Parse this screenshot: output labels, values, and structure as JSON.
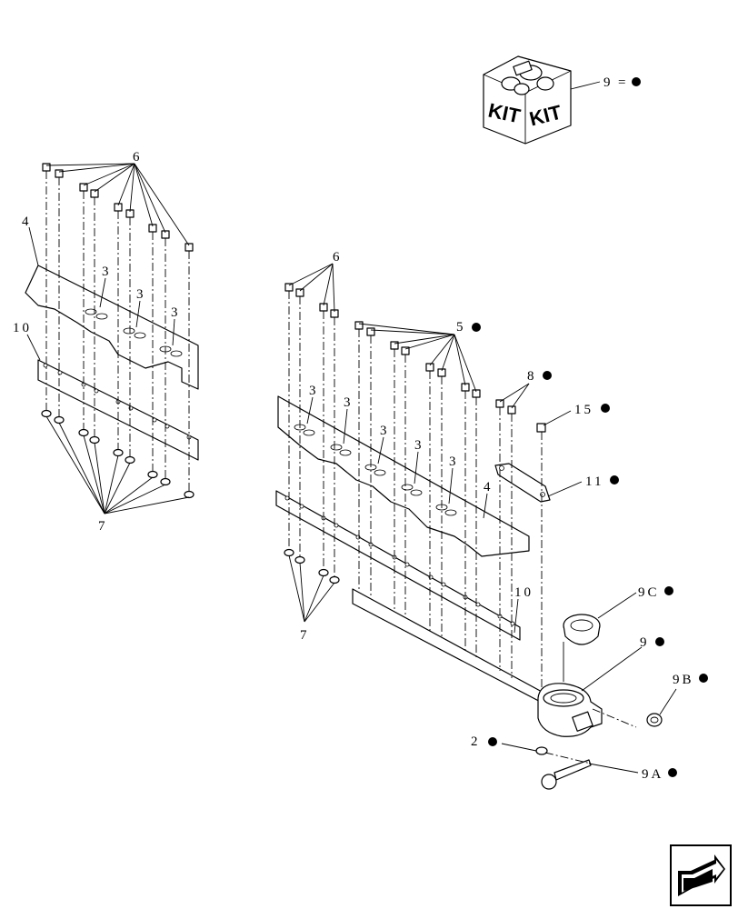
{
  "callouts": {
    "kit_9": "9",
    "kit_eq": "=",
    "left_6": "6",
    "left_4": "4",
    "left_10": "10",
    "left_3a": "3",
    "left_3b": "3",
    "left_3c": "3",
    "left_7": "7",
    "right_6": "6",
    "right_5": "5",
    "right_8": "8",
    "right_15": "15",
    "right_11": "11",
    "right_3a": "3",
    "right_3b": "3",
    "right_3c": "3",
    "right_3d": "3",
    "right_3e": "3",
    "right_4": "4",
    "right_10": "10",
    "right_7": "7",
    "right_9C": "9C",
    "right_9": "9",
    "right_9B": "9B",
    "right_2": "2",
    "right_9A": "9A"
  },
  "kit_box": {
    "label_left": "KIT",
    "label_right": "KIT"
  },
  "nav": {
    "icon": "next-page-arrow-icon"
  }
}
